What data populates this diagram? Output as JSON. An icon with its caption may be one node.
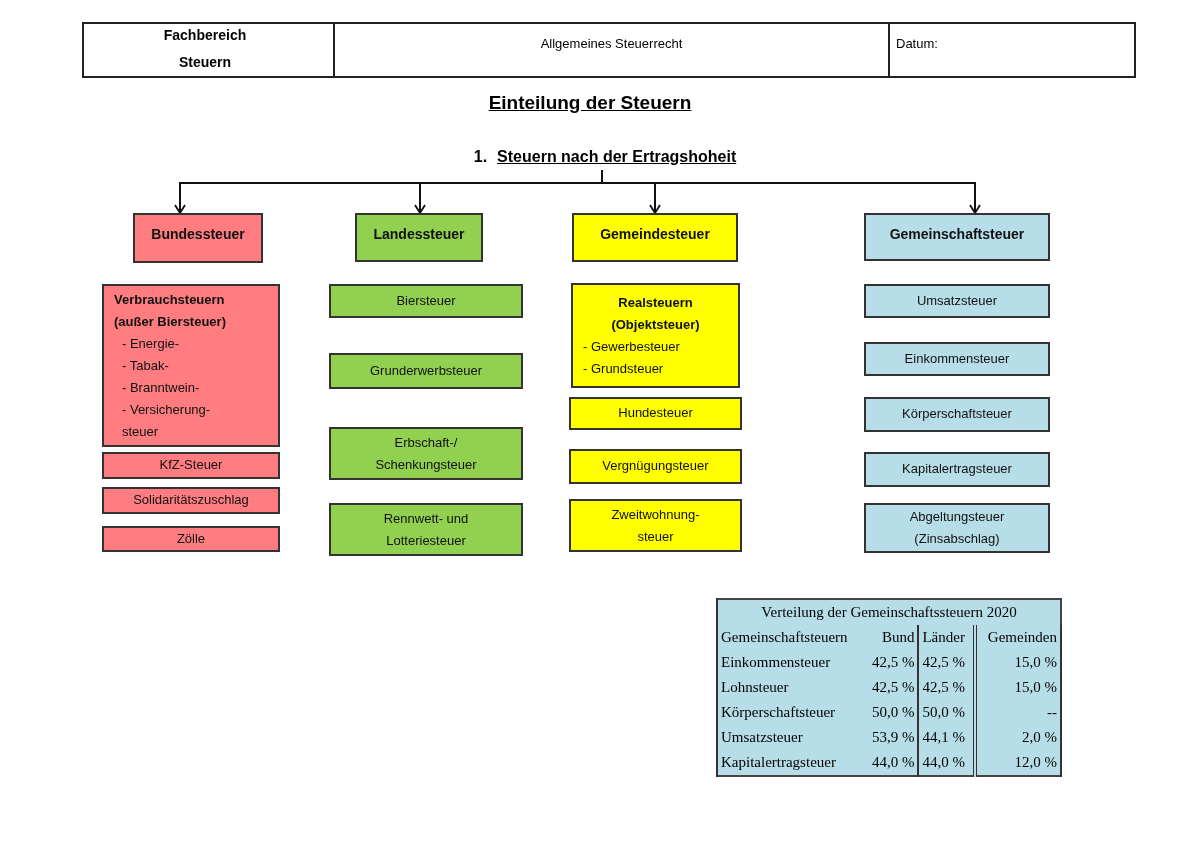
{
  "diagram": {
    "title": "Einteilung der Steuern",
    "nodes": [
      {
        "text": [
          "1.",
          "Steuern nach der Ertragshoheit"
        ]
      },
      {
        "text": [
          "Bundessteuer"
        ]
      },
      {
        "text": [
          "Landessteuer"
        ]
      },
      {
        "text": [
          "Gemeindesteuer"
        ]
      },
      {
        "text": [
          "Gemeinschaftsteuer"
        ]
      },
      {
        "text": [
          "Verbrauchsteuern (außer Biersteuer)",
          "- Energie-",
          "- Tabak-",
          "- Branntwein-",
          "- Versicherung- steuer"
        ]
      },
      {
        "text": [
          "KfZ-Steuer"
        ]
      },
      {
        "text": [
          "Solidaritätszuschlag"
        ]
      },
      {
        "text": [
          "Zölle"
        ]
      },
      {
        "text": [
          "Biersteuer"
        ]
      },
      {
        "text": [
          "Grunderwerbsteuer"
        ]
      },
      {
        "text": [
          "Erbschaft-/ Schenkungsteuer"
        ]
      },
      {
        "text": [
          "Rennwett- und Lotteriesteuer"
        ]
      },
      {
        "text": [
          "Realsteuern (Objektsteuer)",
          "- Gewerbesteuer",
          "- Grundsteuer"
        ]
      },
      {
        "text": [
          "Hundesteuer"
        ]
      },
      {
        "text": [
          "Vergnügungsteuer"
        ]
      },
      {
        "text": [
          "Zweitwohnung- steuer"
        ]
      },
      {
        "text": [
          "Umsatzsteuer"
        ]
      },
      {
        "text": [
          "Einkommensteuer"
        ]
      },
      {
        "text": [
          "Körperschaftsteuer"
        ]
      },
      {
        "text": [
          "Kapitalertragsteuer"
        ]
      },
      {
        "text": [
          "Abgeltungsteuer (Zinsabschlag)"
        ]
      }
    ],
    "edges": [
      {
        "from": 0,
        "to": 1,
        "arrow": "to"
      },
      {
        "from": 0,
        "to": 2,
        "arrow": "to"
      },
      {
        "from": 0,
        "to": 3,
        "arrow": "to"
      },
      {
        "from": 0,
        "to": 4,
        "arrow": "to"
      }
    ],
    "labels": [
      "Fachbereich Steuern",
      "Allgemeines Steuerrecht",
      "Datum:",
      "Verteilung der Gemeinschaftssteuern 2020",
      "Gemeinschaftsteuern",
      "Bund",
      "Länder",
      "Gemeinden",
      "Einkommensteuer",
      "42,5 %",
      "42,5 %",
      "15,0 %",
      "Lohnsteuer",
      "42,5 %",
      "42,5 %",
      "15,0 %",
      "Körperschaftsteuer",
      "50,0 %",
      "50,0 %",
      "--",
      "Umsatzsteuer",
      "53,9 %",
      "44,1 %",
      "2,0 %",
      "Kapitalertragsteuer",
      "44,0 %",
      "44,0 %",
      "12,0 %"
    ]
  }
}
